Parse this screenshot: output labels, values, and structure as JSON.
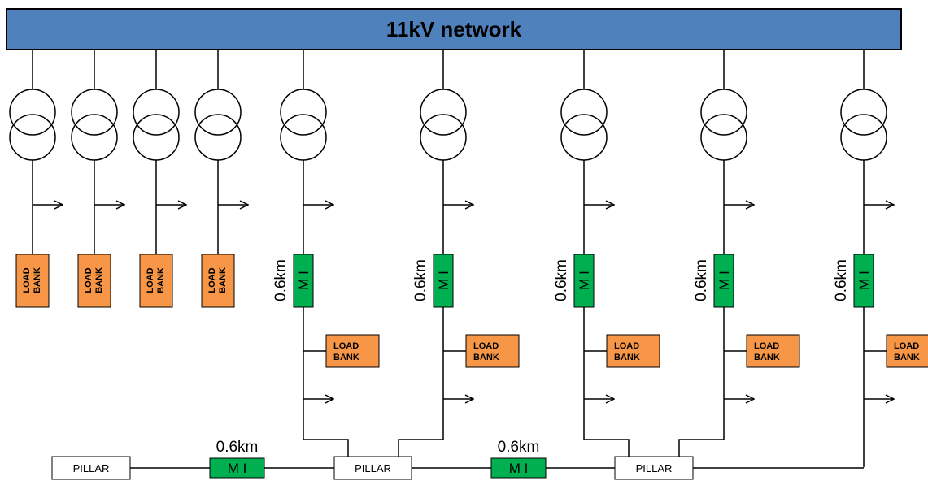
{
  "network": {
    "label": "11kV network",
    "color": "#4f81bd"
  },
  "load_bank": {
    "line1": "LOAD",
    "line2": "BANK",
    "color": "#f79646"
  },
  "cable": {
    "type_label": "M I",
    "length": "0.6km",
    "color": "#00b050"
  },
  "pillar": {
    "label": "PILLAR"
  }
}
